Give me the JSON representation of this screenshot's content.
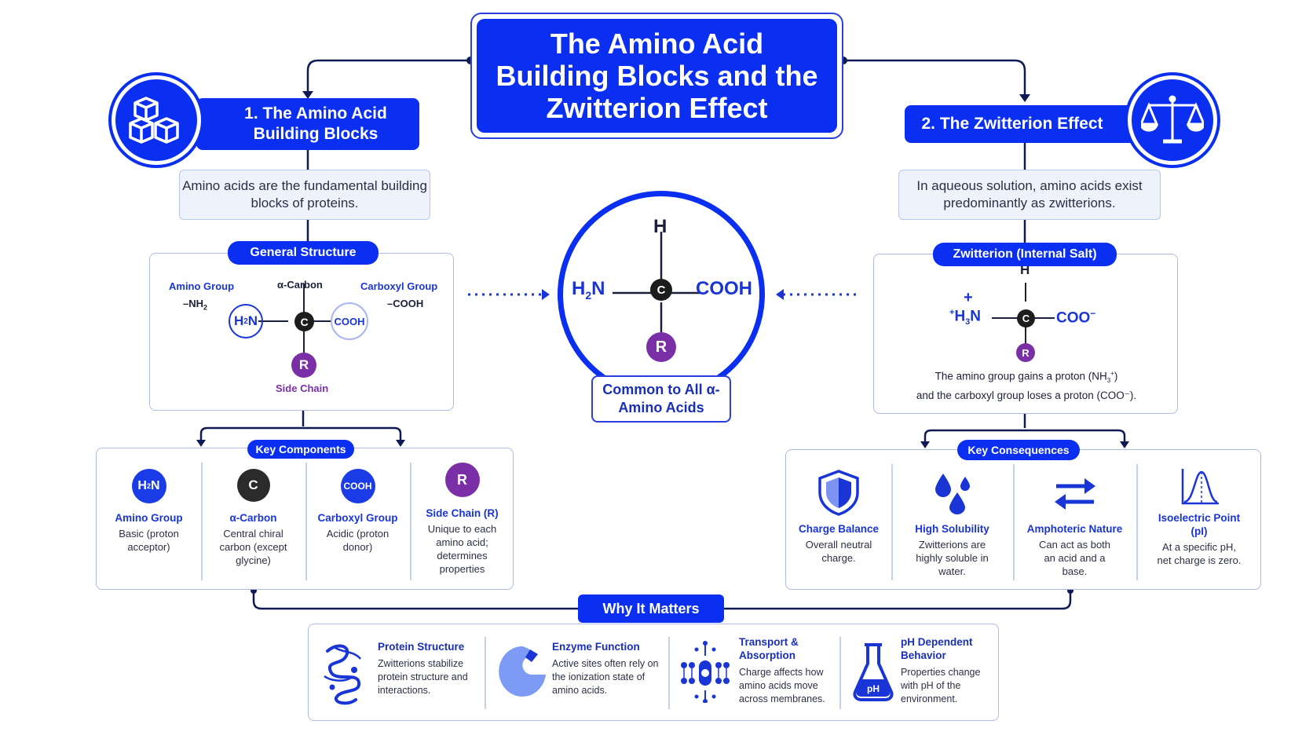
{
  "title": "The Amino Acid Building Blocks and the Zwitterion Effect",
  "section1": {
    "header": "1. The Amino Acid Building Blocks",
    "icon": "cubes-icon",
    "info": "Amino acids are the fundamental building blocks of proteins.",
    "general_structure": {
      "pill": "General Structure",
      "amino_group_label": "Amino Group",
      "amino_group_formula": "–NH",
      "amino_group_sub": "2",
      "alpha_carbon_label": "α-Carbon",
      "carboxyl_group_label": "Carboxyl Group",
      "carboxyl_formula": "–COOH",
      "h2n_main": "H",
      "h2n_sub": "2",
      "h2n_tail": "N",
      "c_atom": "C",
      "cooh_atom": "COOH",
      "r_atom": "R",
      "side_chain_label": "Side Chain"
    },
    "key_components": {
      "pill": "Key Components",
      "items": [
        {
          "icon_main": "H",
          "icon_sub": "2",
          "icon_tail": "N",
          "title": "Amino Group",
          "desc": "Basic (proton acceptor)"
        },
        {
          "icon_main": "C",
          "title": "α-Carbon",
          "desc": "Central chiral carbon (except glycine)"
        },
        {
          "icon_main": "COOH",
          "title": "Carboxyl Group",
          "desc": "Acidic (proton donor)"
        },
        {
          "icon_main": "R",
          "title": "Side Chain (R)",
          "desc": "Unique to each amino acid; determines properties"
        }
      ]
    }
  },
  "center": {
    "h": "H",
    "h2n_main": "H",
    "h2n_sub": "2",
    "h2n_tail": "N",
    "c": "C",
    "cooh": "COOH",
    "r": "R",
    "label": "Common to All α-Amino Acids"
  },
  "section2": {
    "header": "2. The Zwitterion Effect",
    "icon": "balance-scale-icon",
    "info": "In aqueous solution, amino acids exist predominantly as zwitterions.",
    "zwitterion": {
      "pill": "Zwitterion (Internal Salt)",
      "h": "H",
      "plus": "+",
      "sup_plus": "+",
      "h3n_main": "H",
      "h3n_sub": "3",
      "h3n_tail": "N",
      "c": "C",
      "coo": "COO",
      "coo_sup": "−",
      "r": "R",
      "desc_line1_a": "The amino group gains a proton (NH",
      "desc_line1_sub": "3",
      "desc_line1_sup": "+",
      "desc_line1_b": ")",
      "desc_line2": "and the carboxyl group loses a proton (COO⁻)."
    },
    "key_consequences": {
      "pill": "Key Consequences",
      "items": [
        {
          "icon": "shield-icon",
          "title": "Charge Balance",
          "desc": "Overall neutral charge."
        },
        {
          "icon": "water-drops-icon",
          "title": "High Solubility",
          "desc": "Zwitterions are highly soluble in water."
        },
        {
          "icon": "exchange-arrows-icon",
          "title": "Amphoteric Nature",
          "desc": "Can act as both an acid and a base."
        },
        {
          "icon": "peak-chart-icon",
          "title": "Isoelectric Point (pI)",
          "desc": "At a specific pH, net charge is zero."
        }
      ]
    }
  },
  "why": {
    "pill": "Why It Matters",
    "items": [
      {
        "icon": "protein-structure-icon",
        "title": "Protein Structure",
        "desc": "Zwitterions stabilize protein structure and interactions."
      },
      {
        "icon": "enzyme-icon",
        "title": "Enzyme Function",
        "desc": "Active sites often rely on the ionization state of amino acids."
      },
      {
        "icon": "membrane-icon",
        "title": "Transport & Absorption",
        "desc": "Charge affects how amino acids move across membranes."
      },
      {
        "icon": "flask-ph-icon",
        "flask_label": "pH",
        "title": "pH Dependent Behavior",
        "desc": "Properties change with pH of the environment."
      }
    ]
  },
  "colors": {
    "primary": "#0b2ff0",
    "purple": "#7b2fa6",
    "dark_atom": "#1d1d1d",
    "panel_border": "#aebbe6",
    "info_bg": "#eef2fb"
  }
}
